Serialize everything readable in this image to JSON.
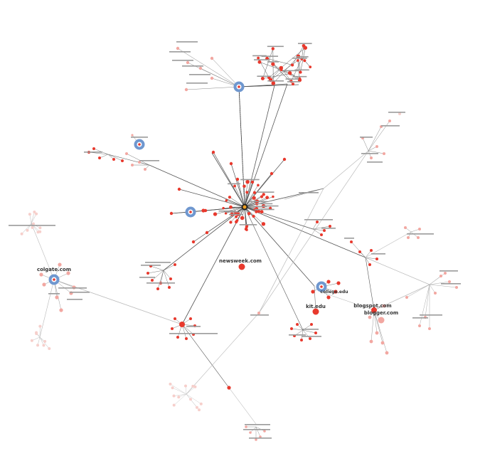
{
  "diagram": {
    "type": "network-graph",
    "colors": {
      "node": "#e8392d",
      "node_faded": "#f2a7a1",
      "node_pale": "#f6cfcb",
      "edge": "#555555",
      "edge_faded": "#bbbbbb",
      "highlight_ring": "#6f97cf",
      "center_core": "#f0a020"
    },
    "labels": {
      "newsweek": "newsweek.com",
      "colgate": "colgate.com",
      "blogspot": "blogspot.com",
      "blogger": "blogger.com",
      "kit": "kit.edu",
      "college": "college.edu"
    },
    "hubs": [
      "center",
      "top-cluster",
      "left-ring-hub",
      "mid-ring-hub",
      "colgate-hub",
      "college-hub",
      "kit-hub",
      "blogspot-hub",
      "bottom-left-hub",
      "bottom-hub"
    ]
  }
}
